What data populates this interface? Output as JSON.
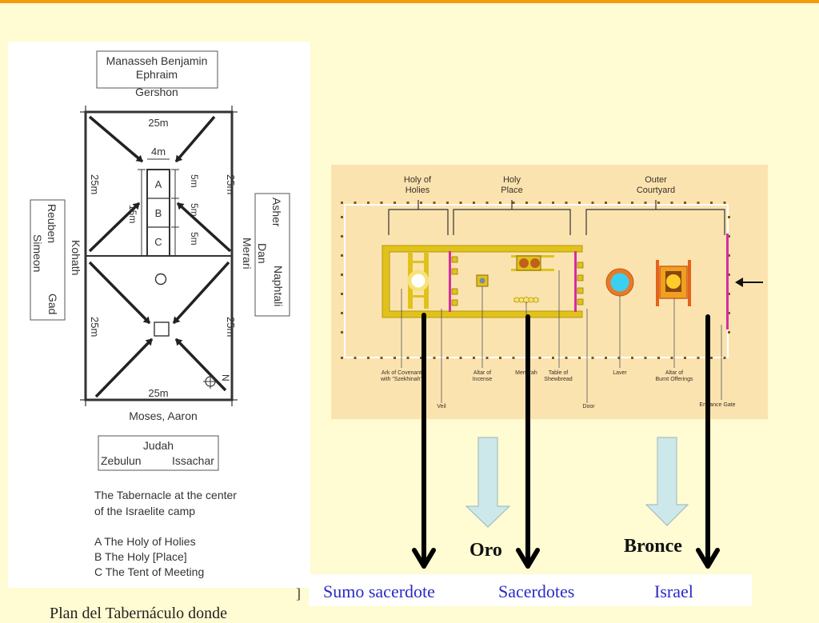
{
  "camp_diagram": {
    "top_tribes": {
      "line1": "Manasseh   Benjamin",
      "line2": "Ephraim"
    },
    "top_clan": "Gershon",
    "right_tribes": {
      "col1": "Asher",
      "col2": "Dan",
      "col3": "Naphtali"
    },
    "right_clan": "Merari",
    "left_tribes": {
      "col1": "Reuben",
      "col2": "Simeon",
      "col3": "Gad"
    },
    "left_clan": "Kohath",
    "bottom_clan": "Moses, Aaron",
    "bottom_tribes": {
      "line1": "Judah",
      "line2_left": "Zebulun",
      "line2_right": "Issachar"
    },
    "dims": {
      "top_width": "25m",
      "bottom_width": "25m",
      "inner_width": "4m",
      "left_upper": "25m",
      "left_lower": "25m",
      "right_upper": "25m",
      "right_lower": "25m",
      "inner_length": "15m",
      "seg_a": "5m",
      "seg_b": "5m",
      "seg_c": "5m"
    },
    "rooms": {
      "a": "A",
      "b": "B",
      "c": "C"
    },
    "compass": "N",
    "caption": {
      "line1": "The Tabernacle at the center",
      "line2": "of the Israelite camp"
    },
    "legend": [
      "A  The Holy of Holies",
      "B  The Holy [Place]",
      "C  The Tent of Meeting"
    ]
  },
  "tabernacle_plan": {
    "sections": {
      "holy_of_holies": [
        "Holy of",
        "Holies"
      ],
      "holy_place": [
        "Holy",
        "Place"
      ],
      "outer_courtyard": [
        "Outer",
        "Courtyard"
      ]
    },
    "labels": {
      "ark": [
        "Ark of Covenant",
        "with \"Szekhinah\""
      ],
      "veil": "Veil",
      "altar_incense": [
        "Altar of",
        "Incense"
      ],
      "menorah": "Menorah",
      "shewbread": [
        "Table of",
        "Shewbread"
      ],
      "door": "Door",
      "laver": "Laver",
      "altar_burnt": [
        "Altar of",
        "Burnt Offerings"
      ],
      "entrance_gate": "Entrance Gate"
    }
  },
  "metals": {
    "gold": "Oro",
    "bronze": "Bronce"
  },
  "groups": {
    "high_priest": "Sumo sacerdote",
    "priests": "Sacerdotes",
    "israel": "Israel"
  },
  "bottom_caption": "Plan del Tabernáculo donde",
  "bracket": "]",
  "colors": {
    "background": "#fffbd2",
    "accent_bar": "#f39c12",
    "plan_bg": "#fbe3b0",
    "gold": "#e0c21a",
    "veil": "#d42ea0",
    "legend_text": "#2a2ac8",
    "down_arrow": "#cde8ea"
  }
}
